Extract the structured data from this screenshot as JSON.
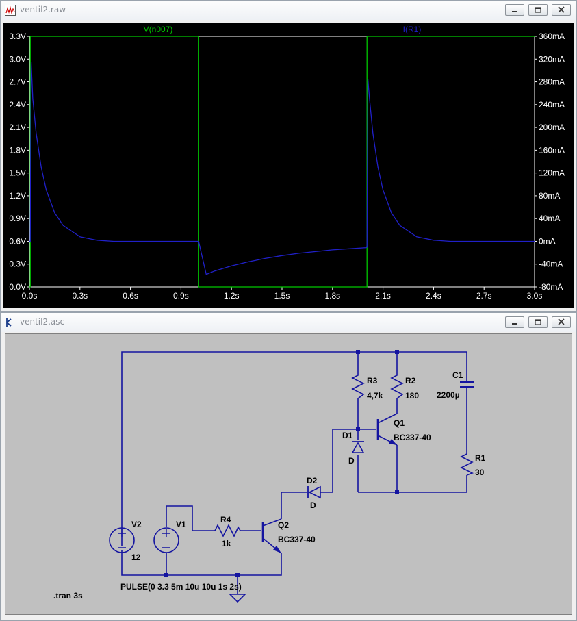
{
  "plot_window": {
    "title": "ventil2.raw",
    "trace_left_label": "V(n007)",
    "trace_right_label": "I(R1)",
    "colors": {
      "background": "#000000",
      "axis": "#ffffff",
      "grid": "#333333",
      "voltage": "#00c800",
      "current": "#2020c8"
    }
  },
  "schematic_window": {
    "title": "ventil2.asc",
    "colors": {
      "background": "#c0c0c0",
      "wire": "#1414a0",
      "text": "#000000"
    },
    "components": {
      "V2": {
        "name": "V2",
        "value": "12"
      },
      "V1": {
        "name": "V1",
        "value": "PULSE(0 3.3 5m 10u 10u 1s 2s)"
      },
      "R4": {
        "name": "R4",
        "value": "1k"
      },
      "Q2": {
        "name": "Q2",
        "value": "BC337-40"
      },
      "D2": {
        "name": "D2",
        "value": "D"
      },
      "D1": {
        "name": "D1",
        "value": "D"
      },
      "R3": {
        "name": "R3",
        "value": "4,7k"
      },
      "R2": {
        "name": "R2",
        "value": "180"
      },
      "Q1": {
        "name": "Q1",
        "value": "BC337-40"
      },
      "C1": {
        "name": "C1",
        "value": "2200µ"
      },
      "R1": {
        "name": "R1",
        "value": "30"
      }
    },
    "directive": ".tran 3s"
  },
  "window_buttons": [
    "minimize-icon",
    "restore-icon",
    "close-icon"
  ],
  "chart_data": {
    "type": "line",
    "title": "",
    "x_ticks": [
      "0.0s",
      "0.3s",
      "0.6s",
      "0.9s",
      "1.2s",
      "1.5s",
      "1.8s",
      "2.1s",
      "2.4s",
      "2.7s",
      "3.0s"
    ],
    "y_left_ticks": [
      "0.0V",
      "0.3V",
      "0.6V",
      "0.9V",
      "1.2V",
      "1.5V",
      "1.8V",
      "2.1V",
      "2.4V",
      "2.7V",
      "3.0V",
      "3.3V"
    ],
    "y_right_ticks": [
      "-80mA",
      "-40mA",
      "0mA",
      "40mA",
      "80mA",
      "120mA",
      "160mA",
      "200mA",
      "240mA",
      "280mA",
      "320mA",
      "360mA"
    ],
    "xlim": [
      0,
      3
    ],
    "ylim_left": [
      0,
      3.3
    ],
    "ylim_right": [
      -80,
      360
    ],
    "grid": false,
    "series": [
      {
        "name": "V(n007)",
        "axis": "left",
        "color": "#00c800",
        "x": [
          0,
          0,
          0.005,
          0.005,
          1.005,
          1.005,
          2.005,
          2.005,
          3.0
        ],
        "y": [
          0,
          0,
          0,
          3.3,
          3.3,
          0,
          0,
          3.3,
          3.3
        ]
      },
      {
        "name": "I(R1)",
        "axis": "right",
        "color": "#2020c8",
        "x": [
          0,
          0.005,
          0.01,
          0.02,
          0.04,
          0.07,
          0.1,
          0.15,
          0.2,
          0.3,
          0.4,
          0.5,
          0.7,
          1.0,
          1.005,
          1.05,
          1.1,
          1.2,
          1.3,
          1.4,
          1.5,
          1.6,
          1.7,
          1.8,
          1.9,
          2.0,
          2.005,
          2.01,
          2.02,
          2.04,
          2.07,
          2.1,
          2.15,
          2.2,
          2.3,
          2.4,
          2.5,
          2.7,
          3.0
        ],
        "y": [
          0,
          0,
          315,
          250,
          190,
          130,
          90,
          50,
          28,
          8,
          2,
          0,
          0,
          0,
          0,
          -58,
          -52,
          -43,
          -36,
          -30,
          -25,
          -21,
          -18,
          -15,
          -13,
          -11,
          -10,
          285,
          250,
          190,
          130,
          90,
          50,
          28,
          8,
          2,
          0,
          0,
          0
        ]
      }
    ]
  }
}
